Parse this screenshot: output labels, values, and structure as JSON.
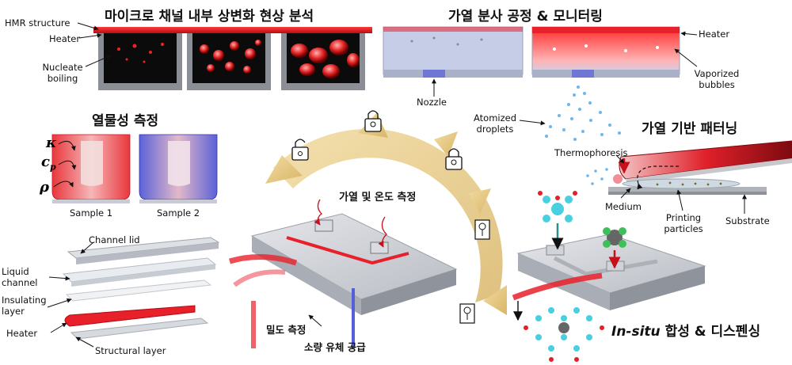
{
  "titles": {
    "phase_change": "마이크로 채널 내부 상변화 현상 분석",
    "spray": "가열 분사 공정 & 모니터링",
    "thermal_props": "열물성 측정",
    "patterning": "가열 기반 패터닝",
    "center": "가열 및 온도 측정",
    "synthesis_italic": "In-situ",
    "synthesis_rest": " 합성 & 디스펜싱"
  },
  "labels": {
    "hmr_structure": "HMR structure",
    "heater_left": "Heater",
    "nucleate_boiling": "Nucleate boiling",
    "nozzle": "Nozzle",
    "heater_right": "Heater",
    "vaporized_bubbles": "Vaporized bubbles",
    "atomized_droplets": "Atomized droplets",
    "thermophoresis": "Thermophoresis",
    "medium": "Medium",
    "printing_particles": "Printing particles",
    "substrate": "Substrate",
    "kappa": "κ",
    "cp": "c",
    "cp_sub": "p",
    "rho": "ρ",
    "sample1": "Sample 1",
    "sample2": "Sample 2",
    "channel_lid": "Channel lid",
    "liquid_channel": "Liquid channel",
    "insulating_layer": "Insulating layer",
    "heater_stack": "Heater",
    "structural_layer": "Structural layer",
    "density": "밀도 측정",
    "micro_supply": "소량 유체 공급"
  },
  "icons": [
    "unlock-icon",
    "bulb-lock-icon",
    "lock-icon",
    "key-icon"
  ],
  "colors": {
    "heater_red": "#e8202a",
    "arrow_gold": "#e2c27a",
    "cold_blue": "#5560d8",
    "chip_gray": "#c9ccd2"
  }
}
